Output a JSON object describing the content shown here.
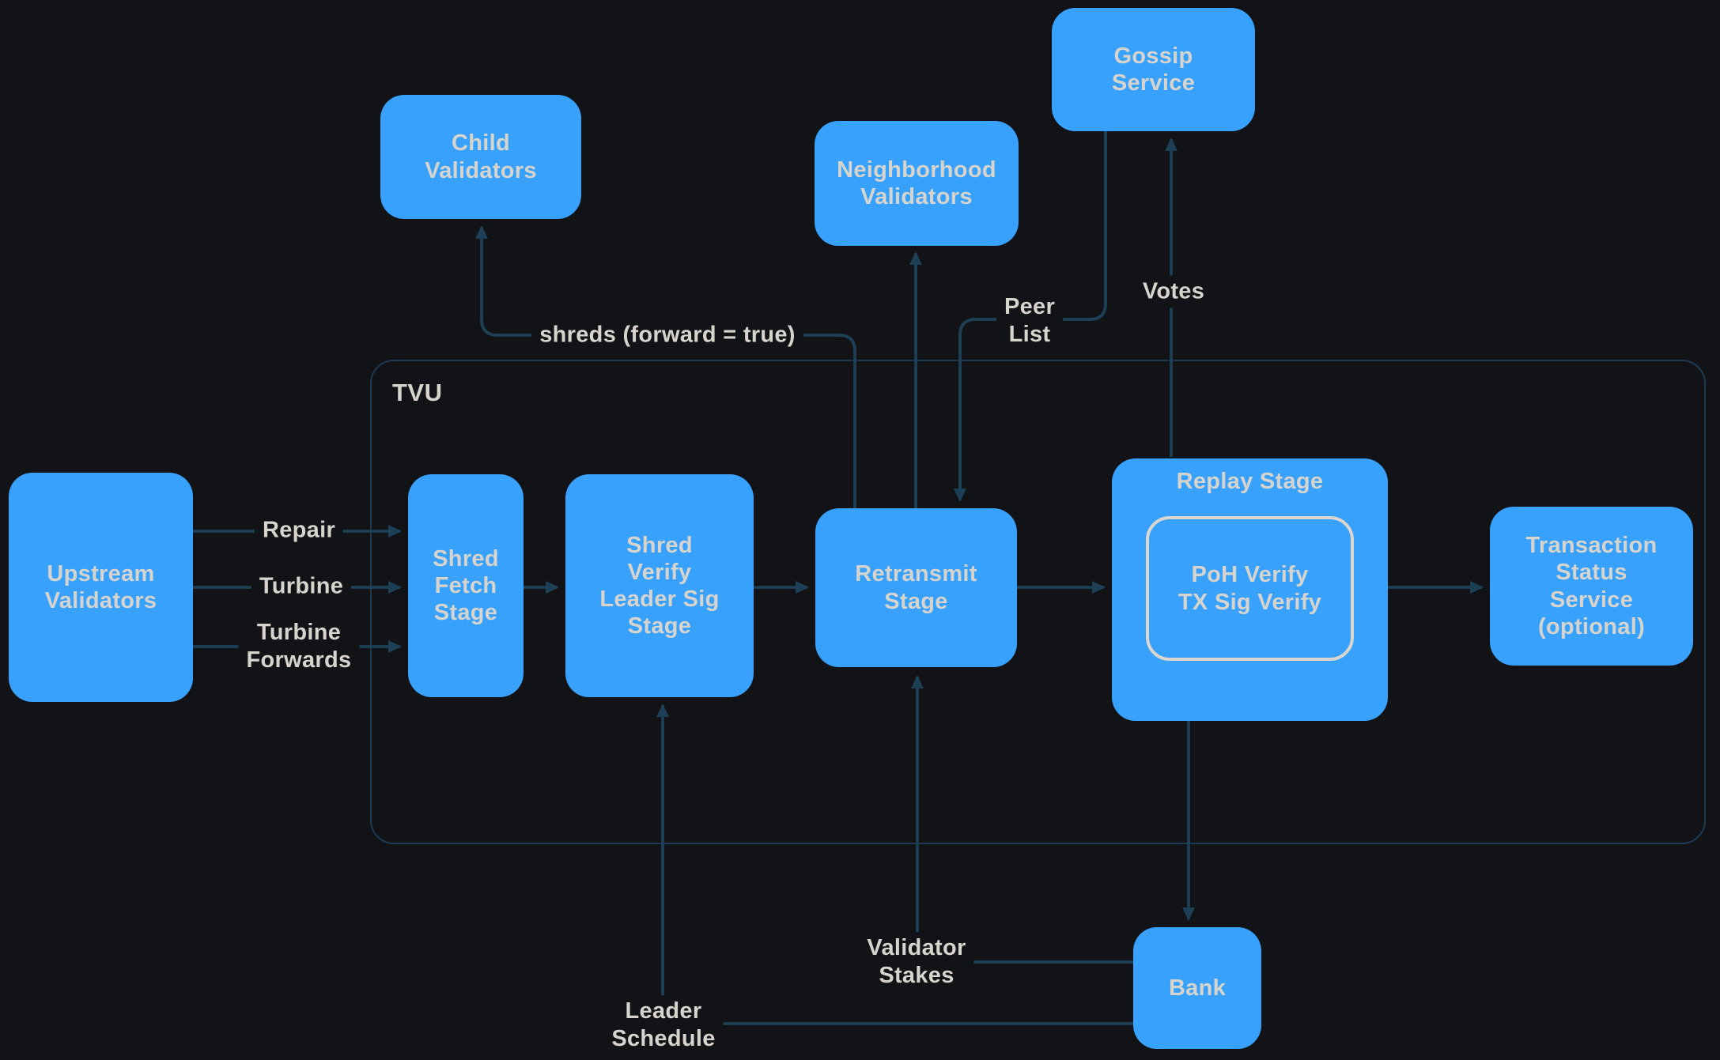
{
  "diagram": {
    "title_region": "TVU",
    "colors": {
      "background": "#121316",
      "node_fill": "#38a1fc",
      "node_text": "#d7d4cd",
      "connector": "#1e4057",
      "container_border": "#1d3a52",
      "inner_box_border": "#dbd7cf"
    },
    "container": {
      "label": "TVU"
    },
    "nodes": {
      "child_validators": {
        "label": "Child\nValidators"
      },
      "gossip_service": {
        "label": "Gossip\nService"
      },
      "neighborhood_validators": {
        "label": "Neighborhood\nValidators"
      },
      "upstream_validators": {
        "label": "Upstream\nValidators"
      },
      "shred_fetch_stage": {
        "label": "Shred\nFetch\nStage"
      },
      "shred_verify_stage": {
        "label": "Shred\nVerify\nLeader Sig\nStage"
      },
      "retransmit_stage": {
        "label": "Retransmit\nStage"
      },
      "replay_stage": {
        "label": "Replay Stage",
        "inner_label": "PoH Verify\nTX Sig Verify"
      },
      "transaction_status_service": {
        "label": "Transaction\nStatus\nService\n(optional)"
      },
      "bank": {
        "label": "Bank"
      }
    },
    "edge_labels": {
      "repair": "Repair",
      "turbine": "Turbine",
      "turbine_forwards": "Turbine\nForwards",
      "shreds_forward": "shreds (forward = true)",
      "peer_list": "Peer\nList",
      "votes": "Votes",
      "validator_stakes": "Validator\nStakes",
      "leader_schedule": "Leader\nSchedule"
    }
  }
}
